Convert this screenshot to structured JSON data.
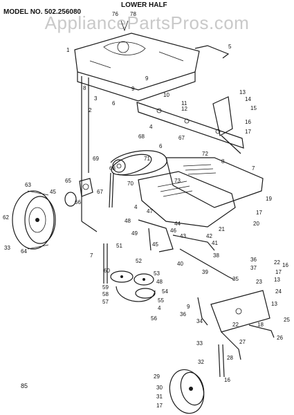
{
  "header": {
    "model_label": "MODEL NO. 502.256080",
    "section_label": "LOWER HALF",
    "watermark": "AppliancePartsPros.com",
    "page_number": "85"
  },
  "callouts": [
    {
      "n": "76"
    },
    {
      "n": "78"
    },
    {
      "n": "1"
    },
    {
      "n": "5"
    },
    {
      "n": "9"
    },
    {
      "n": "8"
    },
    {
      "n": "9"
    },
    {
      "n": "2"
    },
    {
      "n": "6"
    },
    {
      "n": "3"
    },
    {
      "n": "10"
    },
    {
      "n": "11"
    },
    {
      "n": "12"
    },
    {
      "n": "13"
    },
    {
      "n": "14"
    },
    {
      "n": "15"
    },
    {
      "n": "16"
    },
    {
      "n": "17"
    },
    {
      "n": "4"
    },
    {
      "n": "68"
    },
    {
      "n": "67"
    },
    {
      "n": "6"
    },
    {
      "n": "8"
    },
    {
      "n": "72"
    },
    {
      "n": "69"
    },
    {
      "n": "71"
    },
    {
      "n": "68"
    },
    {
      "n": "70"
    },
    {
      "n": "73"
    },
    {
      "n": "7"
    },
    {
      "n": "63"
    },
    {
      "n": "65"
    },
    {
      "n": "45"
    },
    {
      "n": "67"
    },
    {
      "n": "66"
    },
    {
      "n": "62"
    },
    {
      "n": "33"
    },
    {
      "n": "64"
    },
    {
      "n": "4"
    },
    {
      "n": "47"
    },
    {
      "n": "48"
    },
    {
      "n": "49"
    },
    {
      "n": "46"
    },
    {
      "n": "44"
    },
    {
      "n": "45"
    },
    {
      "n": "43"
    },
    {
      "n": "42"
    },
    {
      "n": "41"
    },
    {
      "n": "17"
    },
    {
      "n": "19"
    },
    {
      "n": "20"
    },
    {
      "n": "21"
    },
    {
      "n": "7"
    },
    {
      "n": "51"
    },
    {
      "n": "52"
    },
    {
      "n": "40"
    },
    {
      "n": "39"
    },
    {
      "n": "38"
    },
    {
      "n": "36"
    },
    {
      "n": "37"
    },
    {
      "n": "60"
    },
    {
      "n": "53"
    },
    {
      "n": "48"
    },
    {
      "n": "54"
    },
    {
      "n": "59"
    },
    {
      "n": "58"
    },
    {
      "n": "57"
    },
    {
      "n": "55"
    },
    {
      "n": "4"
    },
    {
      "n": "56"
    },
    {
      "n": "22"
    },
    {
      "n": "16"
    },
    {
      "n": "17"
    },
    {
      "n": "13"
    },
    {
      "n": "23"
    },
    {
      "n": "24"
    },
    {
      "n": "35"
    },
    {
      "n": "9"
    },
    {
      "n": "36"
    },
    {
      "n": "34"
    },
    {
      "n": "13"
    },
    {
      "n": "22"
    },
    {
      "n": "18"
    },
    {
      "n": "25"
    },
    {
      "n": "26"
    },
    {
      "n": "33"
    },
    {
      "n": "27"
    },
    {
      "n": "28"
    },
    {
      "n": "32"
    },
    {
      "n": "29"
    },
    {
      "n": "30"
    },
    {
      "n": "31"
    },
    {
      "n": "16"
    },
    {
      "n": "17"
    }
  ]
}
